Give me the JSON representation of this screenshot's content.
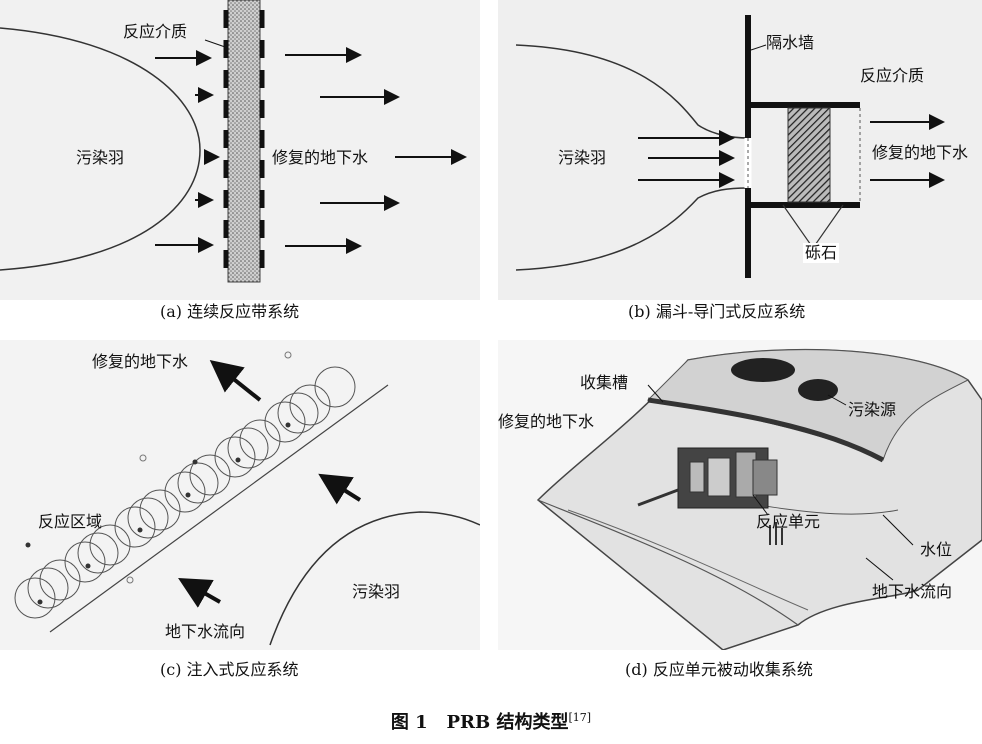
{
  "panel_a": {
    "medium": "反应介质",
    "plume": "污染羽",
    "water": "修复的地下水",
    "caption": "(a) 连续反应带系统"
  },
  "panel_b": {
    "wall": "隔水墙",
    "medium": "反应介质",
    "plume": "污染羽",
    "water": "修复的地下水",
    "gravel": "砾石",
    "caption": "(b) 漏斗-导门式反应系统"
  },
  "panel_c": {
    "water": "修复的地下水",
    "zone": "反应区域",
    "plume": "污染羽",
    "flow": "地下水流向",
    "caption": "(c) 注入式反应系统"
  },
  "panel_d": {
    "trench": "收集槽",
    "water": "修复的地下水",
    "source": "污染源",
    "unit": "反应单元",
    "level": "水位",
    "flow": "地下水流向",
    "caption": "(d) 反应单元被动收集系统"
  },
  "figure": {
    "label": "图 1",
    "title": "PRB 结构类型",
    "ref": "[17]"
  }
}
